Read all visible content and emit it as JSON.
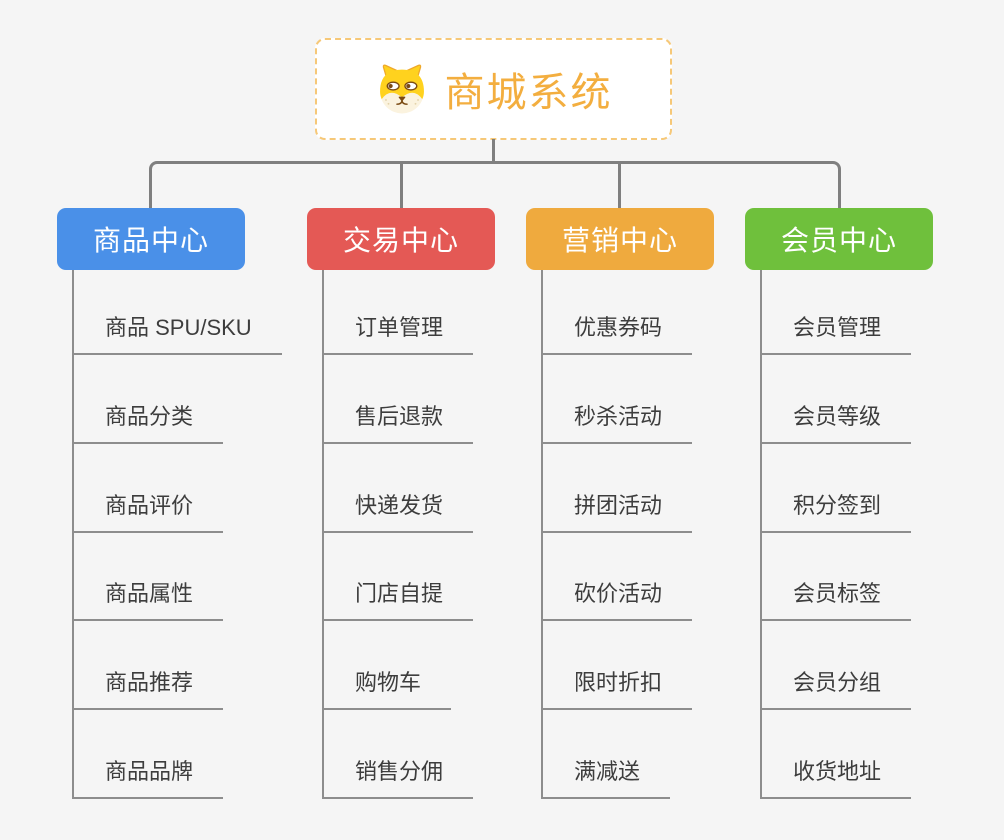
{
  "root": {
    "title": "商城系统",
    "icon": "dog-icon"
  },
  "colors": {
    "canvas_bg": "#F5F5F5",
    "connector": "#7F7F7F",
    "leaf_line": "#8D8D8D",
    "leaf_text": "#3D3D3D",
    "root_accent": "#F3AE3F",
    "root_border": "#F6C878",
    "branch_product": "#4A90E8",
    "branch_trade": "#E45955",
    "branch_marketing": "#EFAA3E",
    "branch_member": "#6FC03C"
  },
  "branches": [
    {
      "label": "商品中心",
      "color": "#4A90E8",
      "children": [
        "商品 SPU/SKU",
        "商品分类",
        "商品评价",
        "商品属性",
        "商品推荐",
        "商品品牌"
      ]
    },
    {
      "label": "交易中心",
      "color": "#E45955",
      "children": [
        "订单管理",
        "售后退款",
        "快递发货",
        "门店自提",
        "购物车",
        "销售分佣"
      ]
    },
    {
      "label": "营销中心",
      "color": "#EFAA3E",
      "children": [
        "优惠券码",
        "秒杀活动",
        "拼团活动",
        "砍价活动",
        "限时折扣",
        "满减送"
      ]
    },
    {
      "label": "会员中心",
      "color": "#6FC03C",
      "children": [
        "会员管理",
        "会员等级",
        "积分签到",
        "会员标签",
        "会员分组",
        "收货地址"
      ]
    }
  ]
}
